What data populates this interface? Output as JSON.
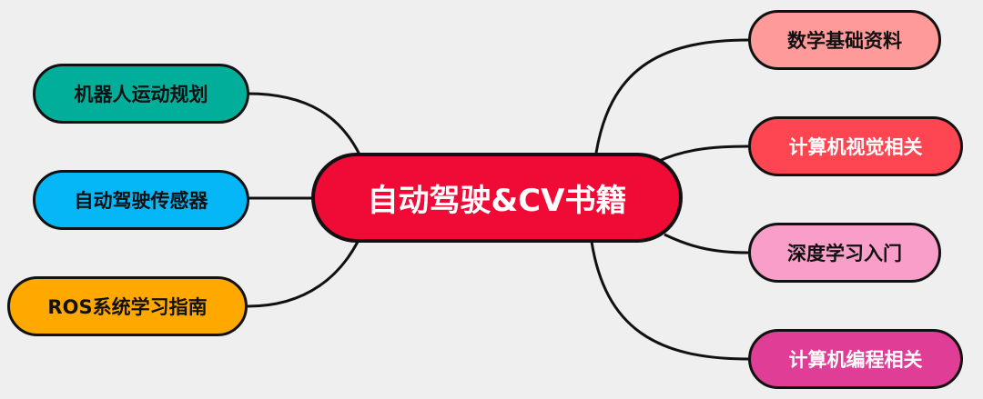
{
  "mindmap": {
    "center": {
      "label": "自动驾驶&CV书籍",
      "color": "#f00a36"
    },
    "left_branches": [
      {
        "label": "机器人运动规划",
        "color": "#00ae9a"
      },
      {
        "label": "自动驾驶传感器",
        "color": "#05b7f6"
      },
      {
        "label": "ROS系统学习指南",
        "color": "#ffa800"
      }
    ],
    "right_branches": [
      {
        "label": "数学基础资料",
        "color": "#ff9a9a"
      },
      {
        "label": "计算机视觉相关",
        "color": "#fe4653"
      },
      {
        "label": "深度学习入门",
        "color": "#f89ec8"
      },
      {
        "label": "计算机编程相关",
        "color": "#e03d96"
      }
    ],
    "line_color": "#111111"
  }
}
